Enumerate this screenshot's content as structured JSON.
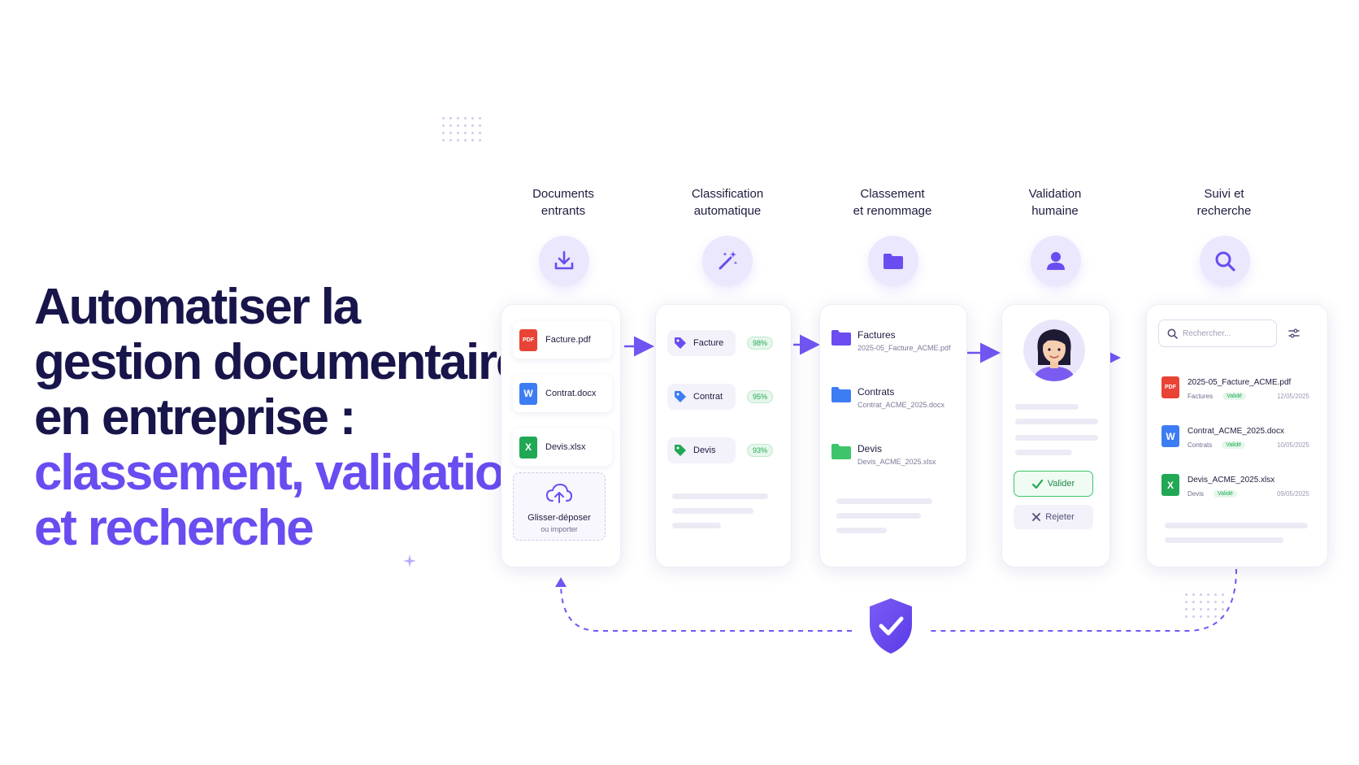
{
  "headline": {
    "line1": "Automatiser la",
    "line2": "gestion documentaire",
    "line3": "en entreprise :",
    "line4": "classement, validation",
    "line5": "et recherche"
  },
  "steps": [
    {
      "title1": "Documents",
      "title2": "entrants",
      "icon": "download-icon"
    },
    {
      "title1": "Classification",
      "title2": "automatique",
      "icon": "magic-wand-icon"
    },
    {
      "title1": "Classement",
      "title2": "et renommage",
      "icon": "folder-icon"
    },
    {
      "title1": "Validation",
      "title2": "humaine",
      "icon": "user-icon"
    },
    {
      "title1": "Suivi et",
      "title2": "recherche",
      "icon": "search-icon"
    }
  ],
  "incoming": {
    "files": [
      {
        "name": "Facture.pdf",
        "type": "pdf",
        "badge": "PDF"
      },
      {
        "name": "Contrat.docx",
        "type": "word",
        "badge": "W"
      },
      {
        "name": "Devis.xlsx",
        "type": "excel",
        "badge": "X"
      }
    ],
    "drop_title": "Glisser-déposer",
    "drop_sub": "ou importer"
  },
  "classification": [
    {
      "label": "Facture",
      "confidence": "98%",
      "color": "#6a4cf0"
    },
    {
      "label": "Contrat",
      "confidence": "95%",
      "color": "#3d7df3"
    },
    {
      "label": "Devis",
      "confidence": "93%",
      "color": "#21a855"
    }
  ],
  "folders": [
    {
      "name": "Factures",
      "file": "2025-05_Facture_ACME.pdf",
      "color": "#6a4cf0"
    },
    {
      "name": "Contrats",
      "file": "Contrat_ACME_2025.docx",
      "color": "#3d7df3"
    },
    {
      "name": "Devis",
      "file": "Devis_ACME_2025.xlsx",
      "color": "#3ec46a"
    }
  ],
  "validation": {
    "approve_label": "Valider",
    "reject_label": "Rejeter"
  },
  "search": {
    "placeholder": "Rechercher...",
    "results": [
      {
        "name": "2025-05_Facture_ACME.pdf",
        "category": "Factures",
        "status": "Validé",
        "date": "12/05/2025",
        "type": "pdf",
        "badge": "PDF"
      },
      {
        "name": "Contrat_ACME_2025.docx",
        "category": "Contrats",
        "status": "Validé",
        "date": "10/05/2025",
        "type": "word",
        "badge": "W"
      },
      {
        "name": "Devis_ACME_2025.xlsx",
        "category": "Devis",
        "status": "Validé",
        "date": "09/05/2025",
        "type": "excel",
        "badge": "X"
      }
    ]
  },
  "colors": {
    "accent": "#6a4cf0",
    "dark": "#17154a",
    "success": "#21a855"
  }
}
